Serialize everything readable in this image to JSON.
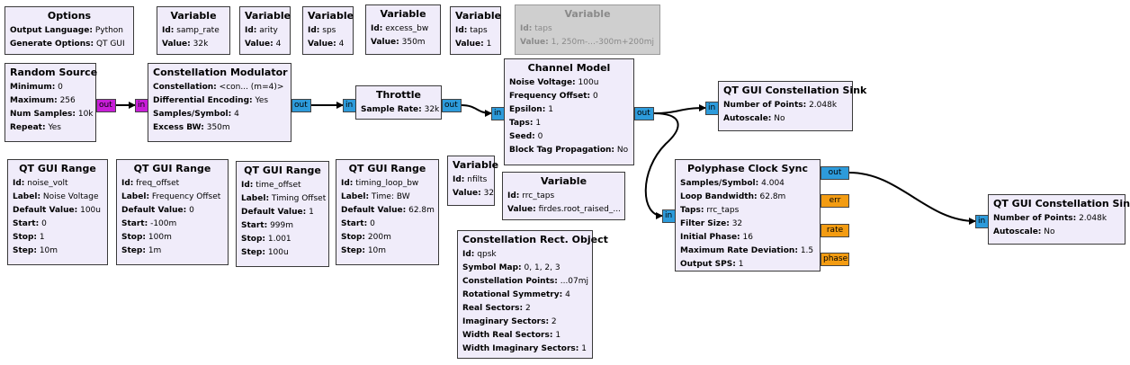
{
  "blocks": {
    "options": {
      "title": "Options",
      "rows": [
        [
          "Output Language:",
          "Python"
        ],
        [
          "Generate Options:",
          "QT GUI"
        ]
      ]
    },
    "var_samp_rate": {
      "title": "Variable",
      "rows": [
        [
          "Id:",
          "samp_rate"
        ],
        [
          "Value:",
          "32k"
        ]
      ]
    },
    "var_arity": {
      "title": "Variable",
      "rows": [
        [
          "Id:",
          "arity"
        ],
        [
          "Value:",
          "4"
        ]
      ]
    },
    "var_sps": {
      "title": "Variable",
      "rows": [
        [
          "Id:",
          "sps"
        ],
        [
          "Value:",
          "4"
        ]
      ]
    },
    "var_excess_bw": {
      "title": "Variable",
      "rows": [
        [
          "Id:",
          "excess_bw"
        ],
        [
          "Value:",
          "350m"
        ]
      ]
    },
    "var_taps": {
      "title": "Variable",
      "rows": [
        [
          "Id:",
          "taps"
        ],
        [
          "Value:",
          "1"
        ]
      ]
    },
    "var_taps_disabled": {
      "title": "Variable",
      "rows": [
        [
          "Id:",
          "taps"
        ],
        [
          "Value:",
          "1, 250m-...-300m+200mj"
        ]
      ]
    },
    "random_source": {
      "title": "Random Source",
      "rows": [
        [
          "Minimum:",
          "0"
        ],
        [
          "Maximum:",
          "256"
        ],
        [
          "Num Samples:",
          "10k"
        ],
        [
          "Repeat:",
          "Yes"
        ]
      ]
    },
    "constellation_modulator": {
      "title": "Constellation Modulator",
      "rows": [
        [
          "Constellation:",
          "<con... (m=4)>"
        ],
        [
          "Differential Encoding:",
          "Yes"
        ],
        [
          "Samples/Symbol:",
          "4"
        ],
        [
          "Excess BW:",
          "350m"
        ]
      ]
    },
    "throttle": {
      "title": "Throttle",
      "rows": [
        [
          "Sample Rate:",
          "32k"
        ]
      ]
    },
    "channel_model": {
      "title": "Channel Model",
      "rows": [
        [
          "Noise Voltage:",
          "100u"
        ],
        [
          "Frequency Offset:",
          "0"
        ],
        [
          "Epsilon:",
          "1"
        ],
        [
          "Taps:",
          "1"
        ],
        [
          "Seed:",
          "0"
        ],
        [
          "Block Tag Propagation:",
          "No"
        ]
      ]
    },
    "qt_const_sink_1": {
      "title": "QT GUI Constellation Sink",
      "rows": [
        [
          "Number of Points:",
          "2.048k"
        ],
        [
          "Autoscale:",
          "No"
        ]
      ]
    },
    "range_noise_volt": {
      "title": "QT GUI Range",
      "rows": [
        [
          "Id:",
          "noise_volt"
        ],
        [
          "Label:",
          "Noise Voltage"
        ],
        [
          "Default Value:",
          "100u"
        ],
        [
          "Start:",
          "0"
        ],
        [
          "Stop:",
          "1"
        ],
        [
          "Step:",
          "10m"
        ]
      ]
    },
    "range_freq_offset": {
      "title": "QT GUI Range",
      "rows": [
        [
          "Id:",
          "freq_offset"
        ],
        [
          "Label:",
          "Frequency Offset"
        ],
        [
          "Default Value:",
          "0"
        ],
        [
          "Start:",
          "-100m"
        ],
        [
          "Stop:",
          "100m"
        ],
        [
          "Step:",
          "1m"
        ]
      ]
    },
    "range_time_offset": {
      "title": "QT GUI Range",
      "rows": [
        [
          "Id:",
          "time_offset"
        ],
        [
          "Label:",
          "Timing Offset"
        ],
        [
          "Default Value:",
          "1"
        ],
        [
          "Start:",
          "999m"
        ],
        [
          "Stop:",
          "1.001"
        ],
        [
          "Step:",
          "100u"
        ]
      ]
    },
    "range_timing_loop_bw": {
      "title": "QT GUI Range",
      "rows": [
        [
          "Id:",
          "timing_loop_bw"
        ],
        [
          "Label:",
          "Time: BW"
        ],
        [
          "Default Value:",
          "62.8m"
        ],
        [
          "Start:",
          "0"
        ],
        [
          "Stop:",
          "200m"
        ],
        [
          "Step:",
          "10m"
        ]
      ]
    },
    "var_nfilts": {
      "title": "Variable",
      "rows": [
        [
          "Id:",
          "nfilts"
        ],
        [
          "Value:",
          "32"
        ]
      ]
    },
    "var_rrc_taps": {
      "title": "Variable",
      "rows": [
        [
          "Id:",
          "rrc_taps"
        ],
        [
          "Value:",
          "firdes.root_raised_..."
        ]
      ]
    },
    "constellation_rect": {
      "title": "Constellation Rect. Object",
      "rows": [
        [
          "Id:",
          "qpsk"
        ],
        [
          "Symbol Map:",
          "0, 1, 2, 3"
        ],
        [
          "Constellation Points:",
          "...07mj"
        ],
        [
          "Rotational Symmetry:",
          "4"
        ],
        [
          "Real Sectors:",
          "2"
        ],
        [
          "Imaginary Sectors:",
          "2"
        ],
        [
          "Width Real Sectors:",
          "1"
        ],
        [
          "Width Imaginary Sectors:",
          "1"
        ]
      ]
    },
    "polyphase_clock_sync": {
      "title": "Polyphase Clock Sync",
      "rows": [
        [
          "Samples/Symbol:",
          "4.004"
        ],
        [
          "Loop Bandwidth:",
          "62.8m"
        ],
        [
          "Taps:",
          "rrc_taps"
        ],
        [
          "Filter Size:",
          "32"
        ],
        [
          "Initial Phase:",
          "16"
        ],
        [
          "Maximum Rate Deviation:",
          "1.5"
        ],
        [
          "Output SPS:",
          "1"
        ]
      ]
    },
    "qt_const_sink_2": {
      "title": "QT GUI Constellation Sink",
      "rows": [
        [
          "Number of Points:",
          "2.048k"
        ],
        [
          "Autoscale:",
          "No"
        ]
      ]
    }
  },
  "ports": {
    "rs_out": "out",
    "cm_in": "in",
    "cm_out": "out",
    "th_in": "in",
    "th_out": "out",
    "ch_in": "in",
    "ch_out": "out",
    "sink1_in": "in",
    "pcs_in": "in",
    "pcs_out": "out",
    "pcs_err": "err",
    "pcs_rate": "rate",
    "pcs_phase": "phase",
    "sink2_in": "in"
  },
  "colors": {
    "block_bg": "#f0ecfa",
    "disabled_bg": "#cfcfcf",
    "complex_port": "#2d9bdb",
    "byte_port": "#c81ed8",
    "float_port": "#f39c12"
  }
}
